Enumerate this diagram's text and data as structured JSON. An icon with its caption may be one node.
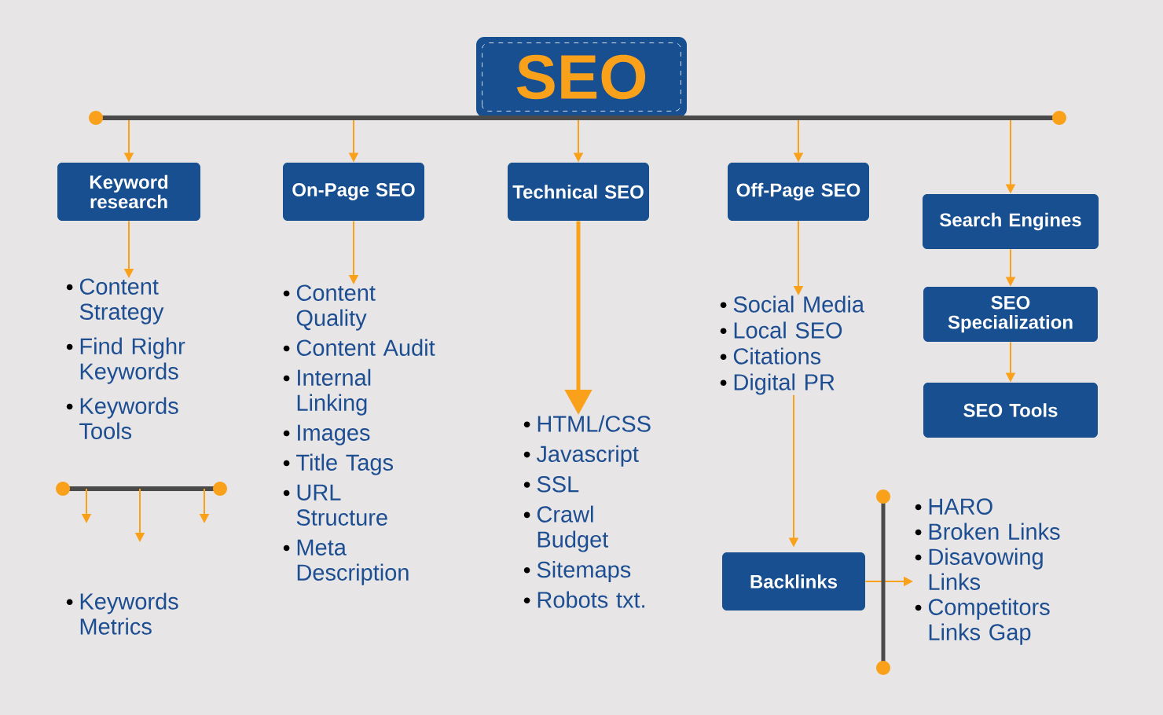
{
  "diagram": {
    "nodes": [
      {
        "text": [
          "SEO"
        ]
      },
      {
        "text": [
          "Keyword research"
        ]
      },
      {
        "text": [
          "On-Page SEO"
        ]
      },
      {
        "text": [
          "Technical SEO"
        ]
      },
      {
        "text": [
          "Off-Page SEO"
        ]
      },
      {
        "text": [
          "Search Engines"
        ]
      },
      {
        "text": [
          "SEO Specialization"
        ]
      },
      {
        "text": [
          "SEO Tools"
        ]
      },
      {
        "text": [
          "Content Strategy",
          "Find Righr Keywords",
          "Keywords Tools"
        ]
      },
      {
        "text": [],
        "shape": "bar"
      },
      {
        "text": [
          "Content Quality",
          "Content Audit",
          "Internal Linking",
          "Images",
          "Title Tags",
          "URL Structure",
          "Meta Description"
        ]
      },
      {
        "text": [
          "HTML/CSS",
          "Javascript",
          "SSL",
          "Crawl Budget",
          "Sitemaps",
          "Robots txt."
        ]
      },
      {
        "text": [
          "Social Media",
          "Local SEO",
          "Citations",
          "Digital PR"
        ]
      },
      {
        "text": [
          "Backlinks"
        ]
      },
      {
        "text": [
          "HARO",
          "Broken Links",
          "Disavowing Links",
          "Competitors Links Gap"
        ]
      }
    ],
    "edges": [
      {
        "from": 0,
        "to": 1,
        "arrow": "to"
      },
      {
        "from": 0,
        "to": 2,
        "arrow": "to"
      },
      {
        "from": 0,
        "to": 3,
        "arrow": "to"
      },
      {
        "from": 0,
        "to": 4,
        "arrow": "to"
      },
      {
        "from": 0,
        "to": 5,
        "arrow": "to"
      },
      {
        "from": 5,
        "to": 6,
        "arrow": "to"
      },
      {
        "from": 6,
        "to": 7,
        "arrow": "to"
      },
      {
        "from": 1,
        "to": 8,
        "arrow": "to"
      },
      {
        "from": 9,
        "to": null,
        "arrow": "to"
      },
      {
        "from": 9,
        "to": null,
        "arrow": "to"
      },
      {
        "from": 9,
        "to": null,
        "arrow": "to"
      },
      {
        "from": 2,
        "to": 10,
        "arrow": "to"
      },
      {
        "from": 3,
        "to": 11,
        "arrow": "to",
        "style": "thick"
      },
      {
        "from": 4,
        "to": 12,
        "arrow": "to"
      },
      {
        "from": 12,
        "to": 13,
        "arrow": "to"
      },
      {
        "from": 13,
        "to": 14,
        "arrow": "to"
      }
    ],
    "labels": [
      "Keywords Metrics"
    ]
  }
}
